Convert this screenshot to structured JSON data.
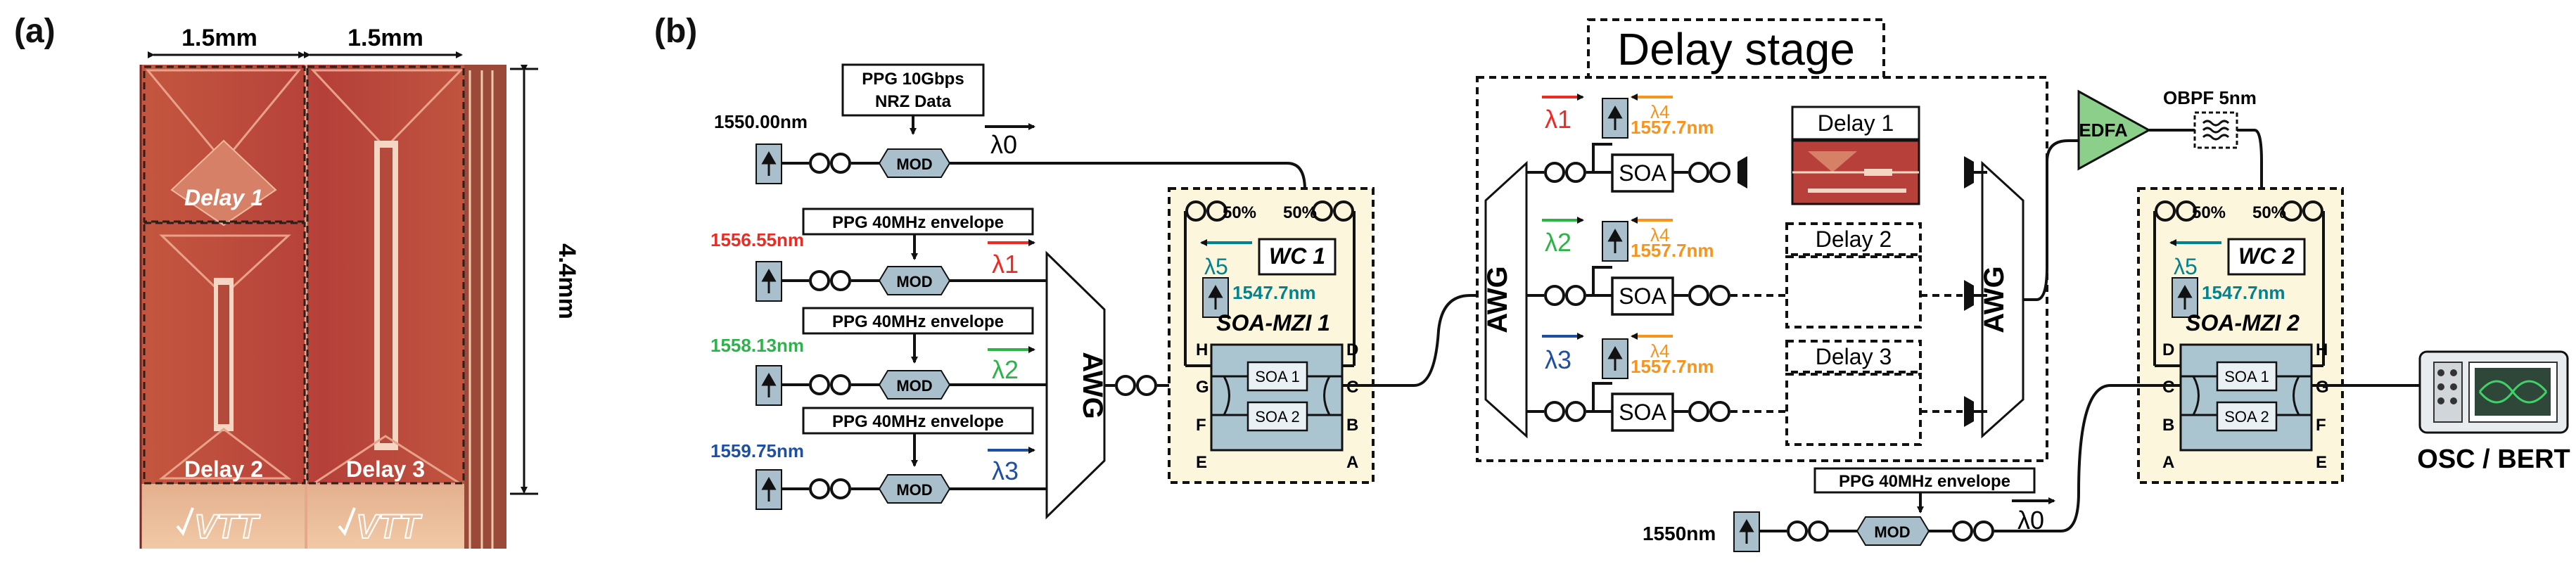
{
  "panel_a": {
    "panel_label": "(a)",
    "dim_width_left": "1.5mm",
    "dim_width_right": "1.5mm",
    "dim_height": "4.4mm",
    "delay1_label": "Delay 1",
    "delay2_label": "Delay 2",
    "delay3_label": "Delay 3",
    "logo_text": "VTT"
  },
  "panel_b": {
    "panel_label": "(b)",
    "delay_stage_title": "Delay stage",
    "ppg_data_line1": "PPG 10Gbps",
    "ppg_data_line2": "NRZ Data",
    "ppg_env1": "PPG 40MHz envelope",
    "ppg_env2": "PPG 40MHz envelope",
    "ppg_env3": "PPG 40MHz envelope",
    "ppg_env4": "PPG 40MHz envelope",
    "wl_data": "1550.00nm",
    "wl_1": "1556.55nm",
    "wl_2": "1558.13nm",
    "wl_3": "1559.75nm",
    "wl_probe": "1550nm",
    "mod": "MOD",
    "lambda0": "λ0",
    "lambda1": "λ1",
    "lambda2": "λ2",
    "lambda3": "λ3",
    "lambda4": "λ4",
    "lambda5": "λ5",
    "awg": "AWG",
    "wc1": "WC 1",
    "wc2": "WC 2",
    "mzi1": "SOA-MZI 1",
    "mzi2": "SOA-MZI 2",
    "soa1": "SOA 1",
    "soa2": "SOA 2",
    "soa": "SOA",
    "pct50": "50%",
    "wl_1547": "1547.7nm",
    "wl_1557": "1557.7nm",
    "delay1": "Delay 1",
    "delay2": "Delay 2",
    "delay3": "Delay 3",
    "edfa": "EDFA",
    "obpf": "OBPF 5nm",
    "osc": "OSC / BERT",
    "port_a": "A",
    "port_b": "B",
    "port_c": "C",
    "port_d": "D",
    "port_e": "E",
    "port_f": "F",
    "port_g": "G",
    "port_h": "H"
  },
  "colors": {
    "lambda1": "#ee2a24",
    "lambda2": "#2db34a",
    "lambda3": "#1f4fa3",
    "lambda4": "#f7941d",
    "lambda5": "#00838f",
    "chip_red": "#b8403a",
    "panel_bg": "#fbf6dc",
    "edfa": "#8ccf8a"
  }
}
